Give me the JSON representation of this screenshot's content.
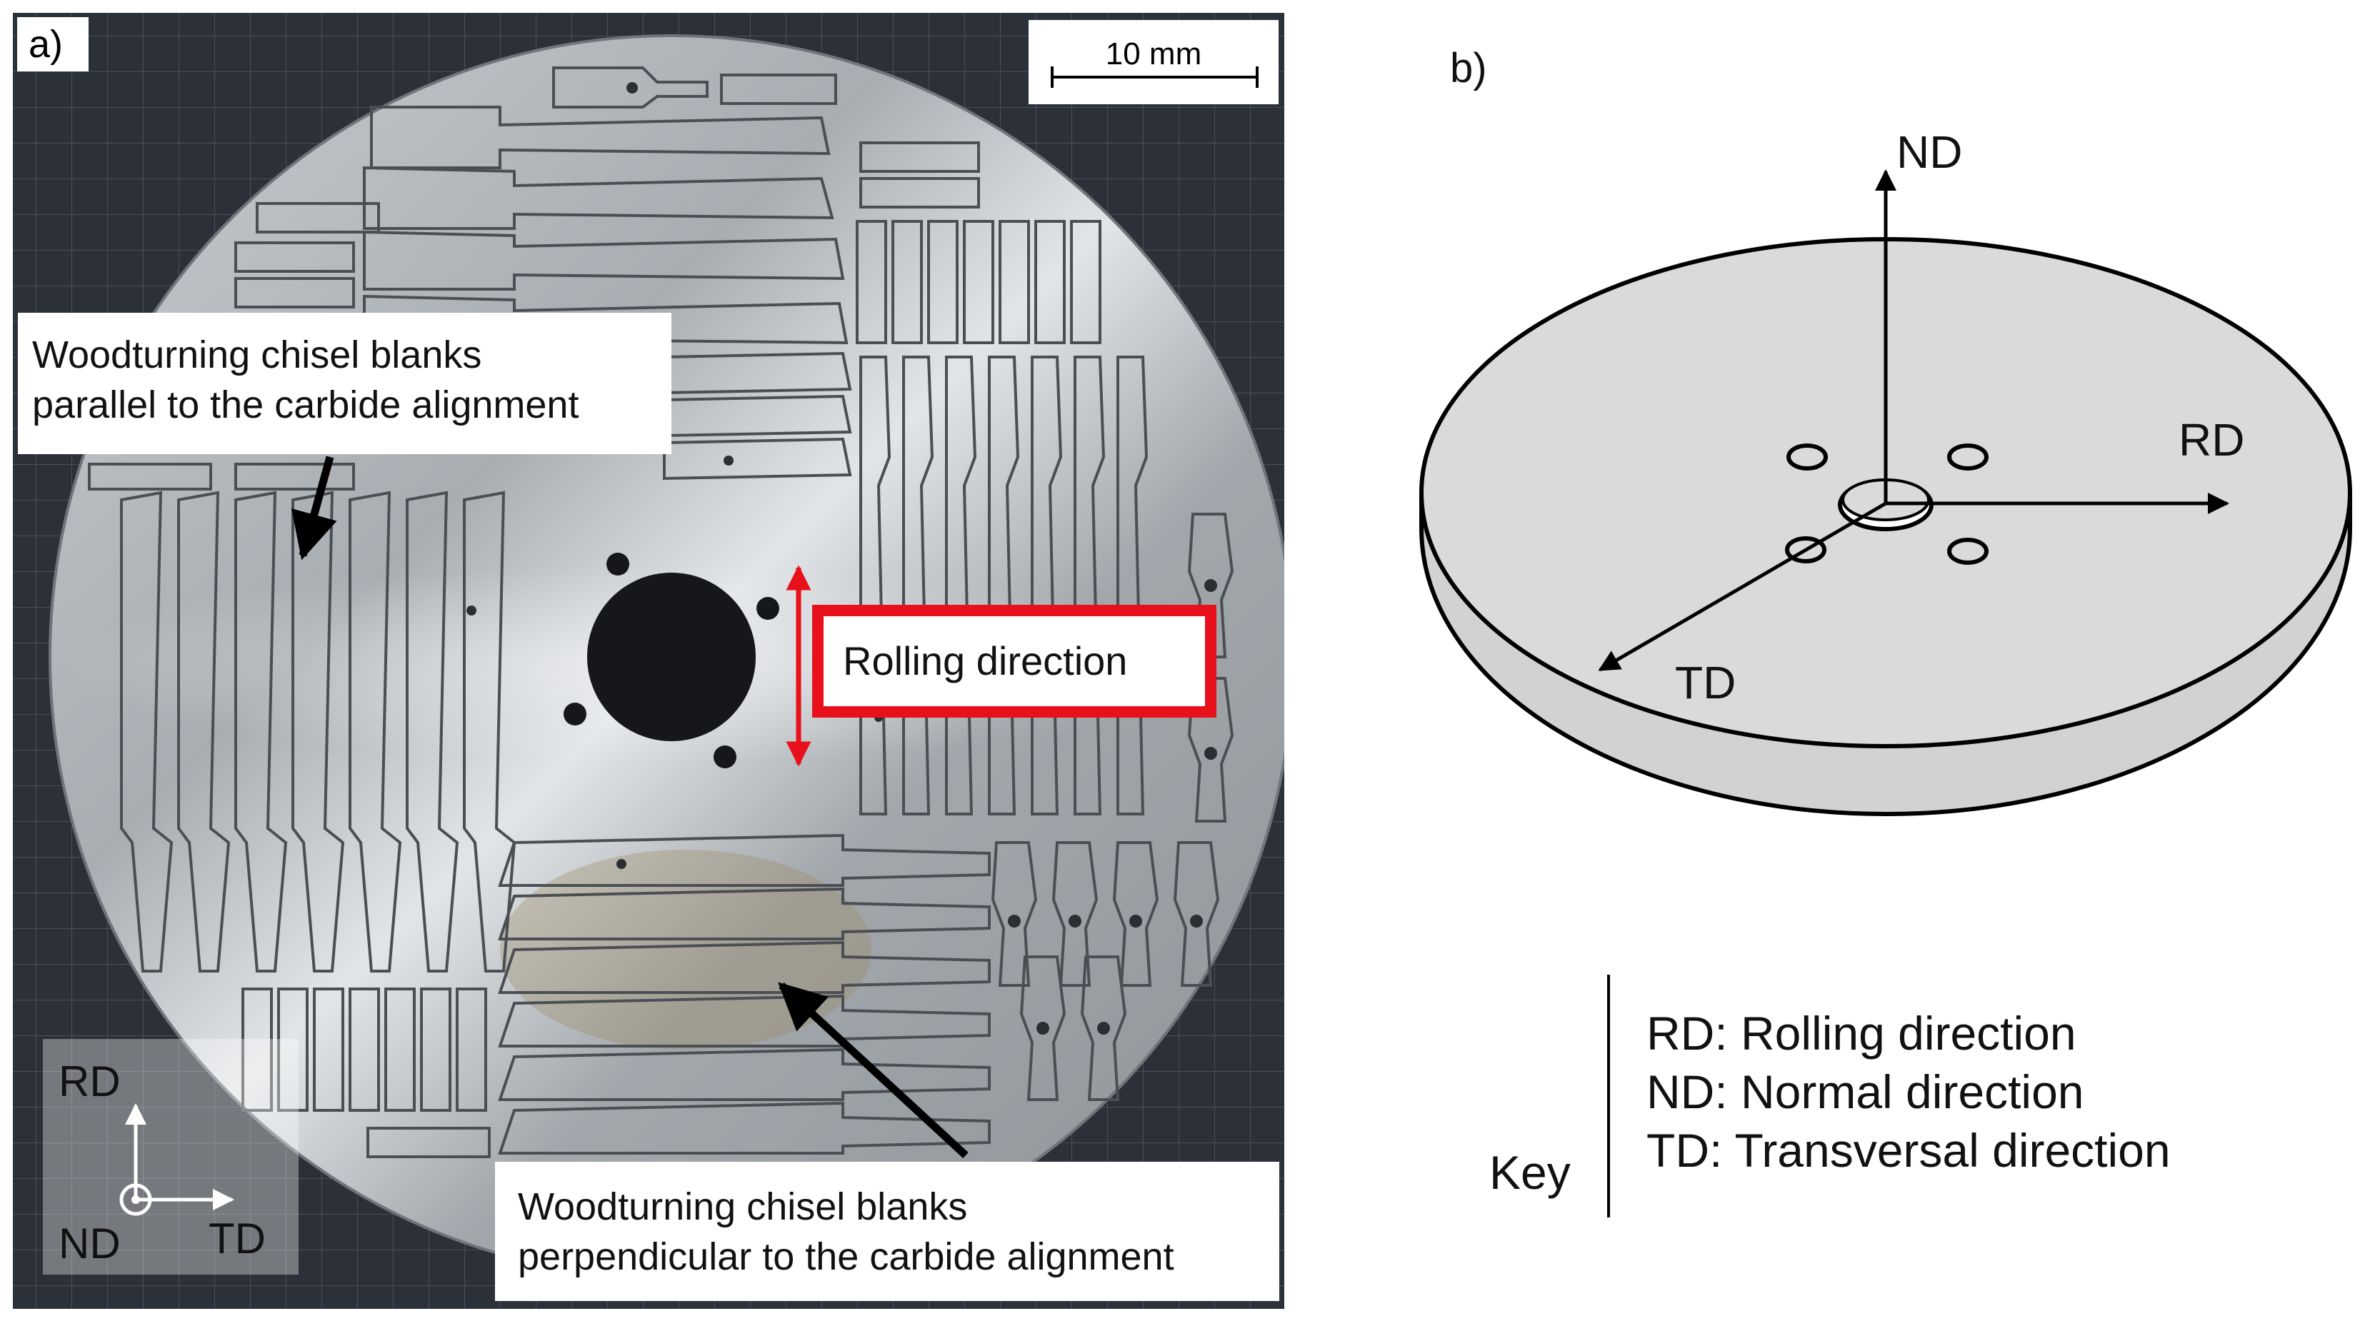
{
  "panel_a": {
    "label": "a)",
    "scale_bar": {
      "label": "10 mm"
    },
    "callouts": {
      "parallel_line1": "Woodturning chisel blanks",
      "parallel_line2": "parallel to the carbide alignment",
      "rolling": "Rolling direction",
      "perpendicular_line1": "Woodturning chisel blanks",
      "perpendicular_line2": "perpendicular to the carbide alignment"
    },
    "axes": {
      "rd": "RD",
      "nd": "ND",
      "td": "TD"
    }
  },
  "panel_b": {
    "label": "b)",
    "axes": {
      "nd": "ND",
      "rd": "RD",
      "td": "TD"
    },
    "key": {
      "title": "Key",
      "rd": "RD: Rolling direction",
      "nd": "ND: Normal direction",
      "td": "TD: Transversal direction"
    }
  },
  "colors": {
    "highlight": "#e8101a",
    "disc_fill": "#d9d9d9",
    "photo_background": "#2c3038",
    "disc_metal": "#aeb3b8"
  }
}
